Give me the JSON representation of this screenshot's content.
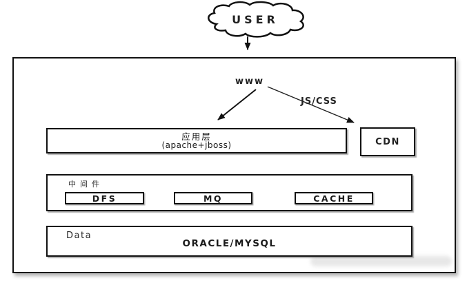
{
  "cloud": {
    "label": "USER"
  },
  "network": {
    "www_label": "www",
    "jscss_label": "JS/CSS"
  },
  "app_layer": {
    "title": "应用层",
    "subtitle": "(apache+jboss)"
  },
  "cdn": {
    "label": "CDN"
  },
  "middleware": {
    "label": "中间件",
    "items": [
      {
        "label": "DFS"
      },
      {
        "label": "MQ"
      },
      {
        "label": "CACHE"
      }
    ]
  },
  "data_layer": {
    "label": "Data",
    "database": "ORACLE/MYSQL"
  },
  "colors": {
    "line": "#111111",
    "box_border": "#111111",
    "text": "#1f1f1f",
    "background": "#ffffff"
  }
}
